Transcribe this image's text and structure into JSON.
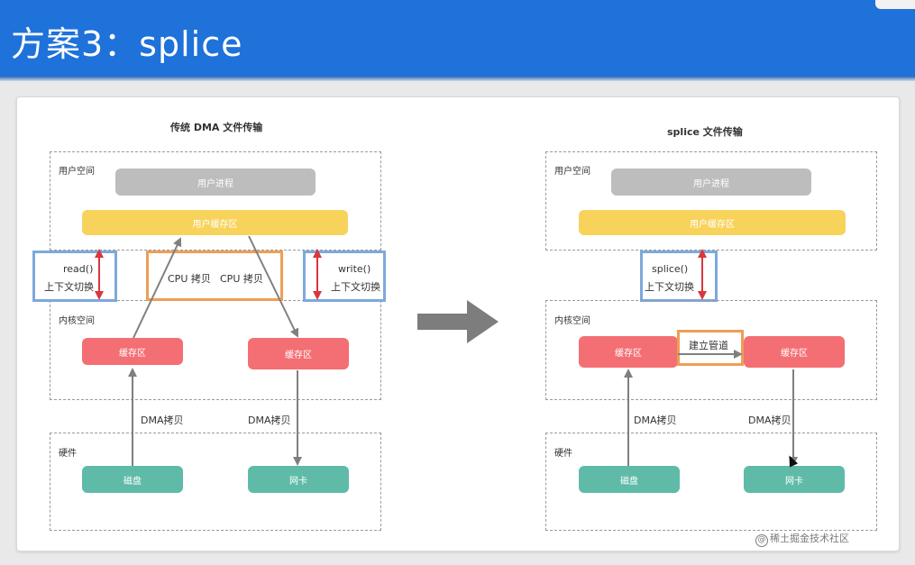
{
  "slide": {
    "title": "方案3：splice",
    "watermark": "稀土掘金技术社区"
  },
  "left": {
    "title": "传统 DMA 文件传输",
    "user_space": "用户空间",
    "user_process": "用户进程",
    "user_buffer": "用户缓存区",
    "kernel_space": "内核空间",
    "kernel_buffer_1": "缓存区",
    "kernel_buffer_2": "缓存区",
    "hardware": "硬件",
    "disk": "磁盘",
    "nic": "网卡",
    "read_call": "read()",
    "read_switch": "上下文切换",
    "write_call": "write()",
    "write_switch": "上下文切换",
    "cpu_copy_1": "CPU 拷贝",
    "cpu_copy_2": "CPU 拷贝",
    "dma_copy_1": "DMA拷贝",
    "dma_copy_2": "DMA拷贝"
  },
  "right": {
    "title": "splice 文件传输",
    "user_space": "用户空间",
    "user_process": "用户进程",
    "user_buffer": "用户缓存区",
    "kernel_space": "内核空间",
    "kernel_buffer_1": "缓存区",
    "kernel_buffer_2": "缓存区",
    "pipe": "建立管道",
    "hardware": "硬件",
    "disk": "磁盘",
    "nic": "网卡",
    "splice_call": "splice()",
    "splice_switch": "上下文切换",
    "dma_copy_1": "DMA拷贝",
    "dma_copy_2": "DMA拷贝"
  },
  "colors": {
    "header": "#1e72d9",
    "process": "#bdbdbd",
    "user_buffer": "#f7d35c",
    "kernel_buffer": "#f36f73",
    "hardware": "#5fbba8",
    "blue_box": "#7ea8dc",
    "orange_box": "#ee9e55",
    "arrow_red": "#d9363e",
    "arrow_gray": "#7f7f7f"
  }
}
